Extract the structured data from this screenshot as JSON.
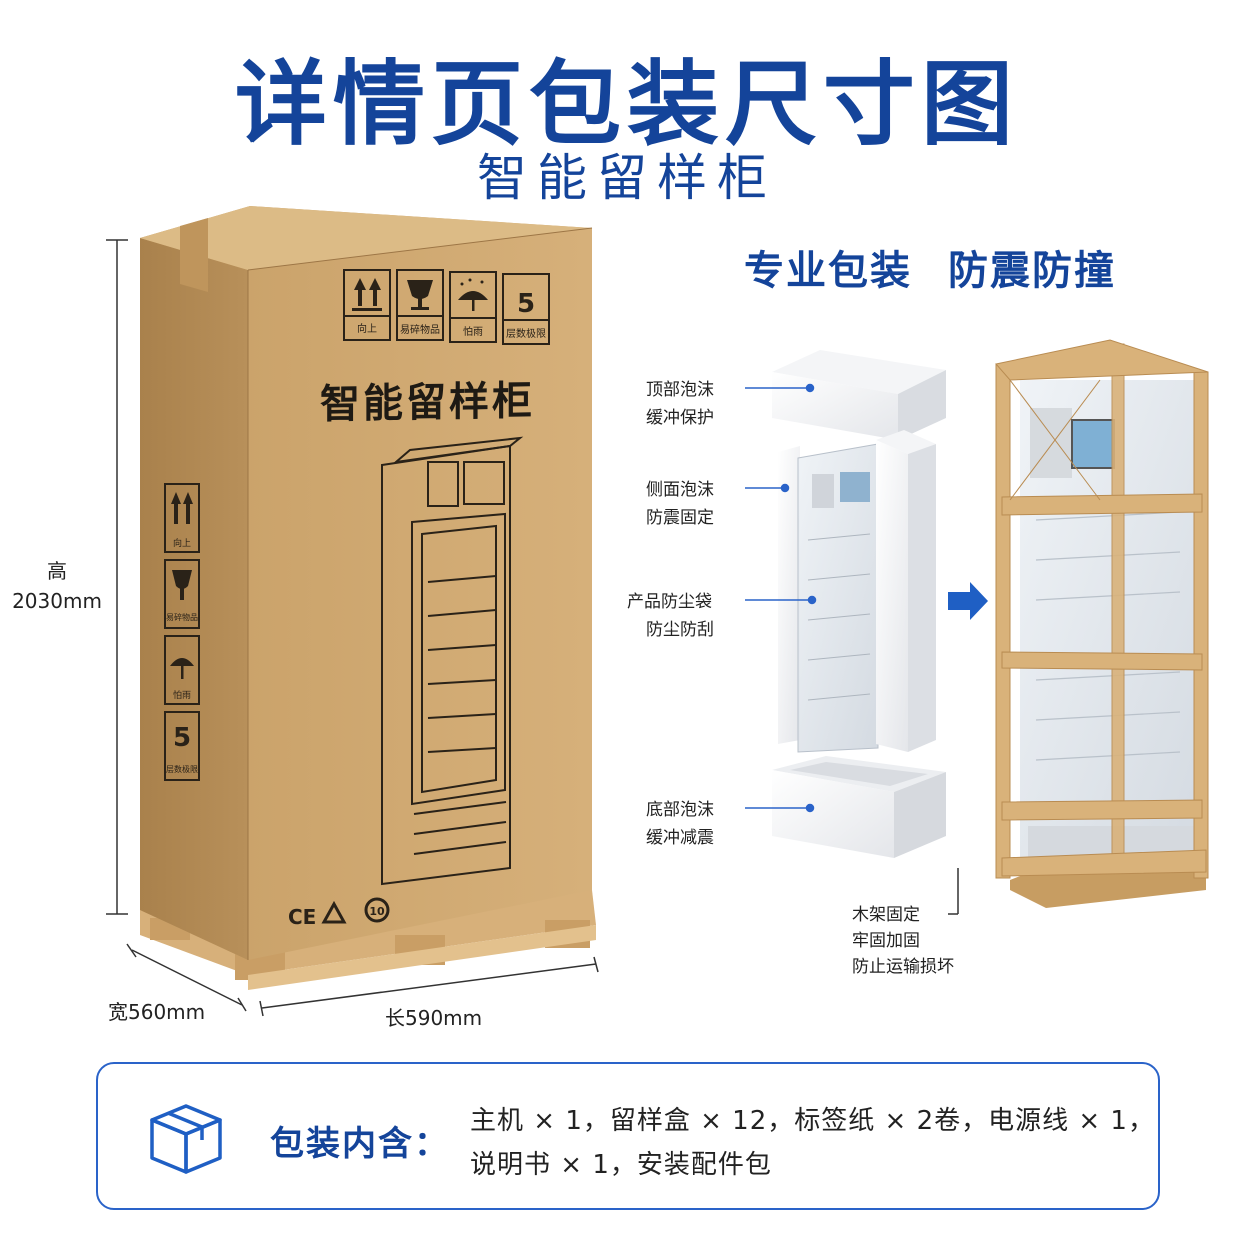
{
  "header": {
    "title": "详情页包装尺寸图",
    "subtitle": "智能留样柜"
  },
  "slogan": "专业包装  防震防撞",
  "carton": {
    "product_label": "智能留样柜",
    "symbols": [
      {
        "icon": "arrows-up-icon",
        "caption": "向上"
      },
      {
        "icon": "fragile-glass-icon",
        "caption": "易碎物品"
      },
      {
        "icon": "umbrella-rain-icon",
        "caption": "怕雨"
      },
      {
        "icon": "stack-limit-icon",
        "glyph": "5",
        "caption": "层数极限"
      }
    ],
    "bottom_marks": [
      "CE",
      "recycle-icon",
      "10-year-icon"
    ]
  },
  "dimensions": {
    "height_label": "高",
    "height_value": "2030mm",
    "width": "宽560mm",
    "length": "长590mm"
  },
  "callouts": {
    "top_foam": {
      "title": "顶部泡沫",
      "desc": "缓冲保护"
    },
    "side_foam": {
      "title": "侧面泡沫",
      "desc": "防震固定"
    },
    "dust_bag": {
      "title": "产品防尘袋",
      "desc": "防尘防刮"
    },
    "bottom_foam": {
      "title": "底部泡沫",
      "desc": "缓冲减震"
    },
    "wood_frame": {
      "title": "木架固定",
      "line2": "牢固加固",
      "line3": "防止运输损坏"
    }
  },
  "package_contents": {
    "label": "包装内含：",
    "line1": "主机 × 1，留样盒 × 12，标签纸 × 2卷，电源线 × 1，",
    "line2": "说明书 × 1，安装配件包"
  },
  "colors": {
    "brand_blue": "#14449a",
    "accent_blue": "#2a63c9",
    "cardboard": "#c9a16a",
    "wood": "#d9b27a"
  }
}
